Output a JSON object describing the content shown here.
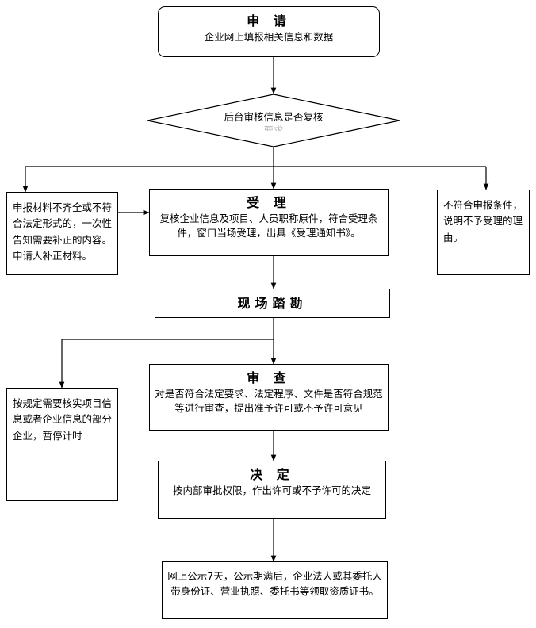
{
  "diagram": {
    "type": "flowchart",
    "orientation": "top-to-bottom",
    "nodes": {
      "apply": {
        "shape": "rounded-rectangle",
        "title": "申  请",
        "body": "企业网上填报相关信息和数据"
      },
      "decision": {
        "shape": "diamond",
        "line1": "后台审核信息是否复核",
        "line2": "要求"
      },
      "supplement": {
        "shape": "rectangle",
        "lines": [
          "申报材料不齐全或不符",
          "合法定形式的，一次性",
          "告知需要补正的内容。",
          "申请人补正材料。"
        ]
      },
      "accept": {
        "shape": "rectangle",
        "title": "受  理",
        "lines": [
          "复核企业信息及项目、人员职称原件，符合受理条",
          "件，窗口当场受理，出具《受理通知书》。"
        ]
      },
      "reject": {
        "shape": "rectangle",
        "lines": [
          "不符合申报条件，",
          "说明不予受理的理",
          "由。"
        ]
      },
      "survey": {
        "shape": "rectangle",
        "title": "现场踏勘"
      },
      "pause": {
        "shape": "rectangle",
        "lines": [
          "按规定需要核实项目信",
          "息或者企业信息的部分",
          "企业，暂停计时"
        ]
      },
      "review": {
        "shape": "rectangle",
        "title": "审  查",
        "lines": [
          "对是否符合法定要求、法定程序、文件是否符合规范",
          "等进行审查，提出准予许可或不予许可意见"
        ]
      },
      "decide": {
        "shape": "rectangle",
        "title": "决  定",
        "lines": [
          "按内部审批权限，作出许可或不予许可的决定"
        ]
      },
      "publish": {
        "shape": "rectangle",
        "lines": [
          "网上公示7天，公示期满后，企业法人或其委托人",
          "带身份证、营业执照、委托书等领取资质证书。"
        ]
      }
    },
    "colors": {
      "stroke": "#000000",
      "fill": "#ffffff",
      "text": "#000000",
      "faded_text": "#b8b8b8"
    }
  }
}
